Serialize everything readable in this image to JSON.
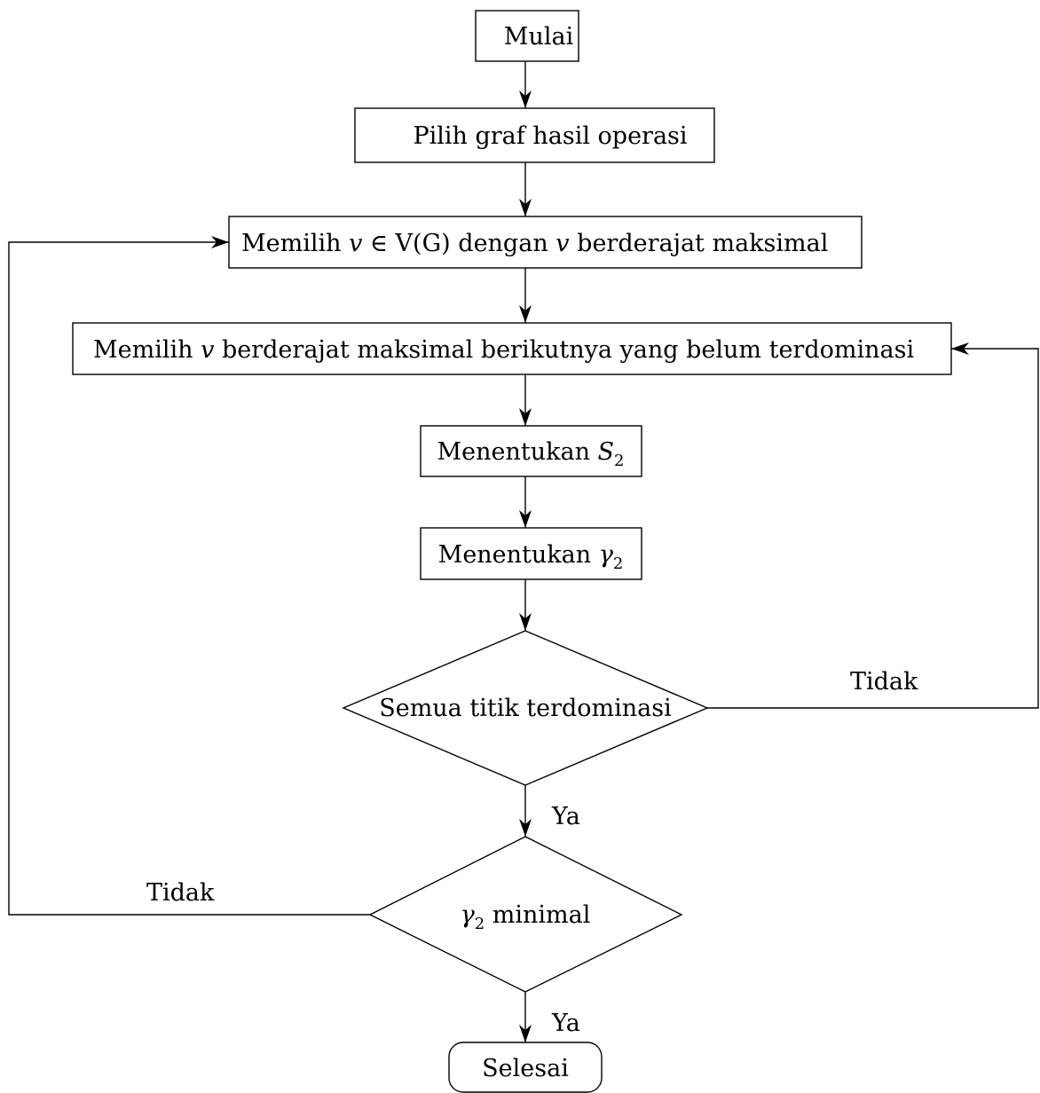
{
  "flowchart": {
    "start": "Mulai",
    "step_select_graph": "Pilih graf hasil operasi",
    "step_pick_max_vertex": {
      "before_v": "Memilih",
      "v": "v",
      "in_set": "∈ V(G)",
      "dengan": "dengan",
      "v2": "v",
      "after": "berderajat maksimal"
    },
    "step_pick_next": {
      "before_v": "Memilih",
      "v": "v",
      "after": "berderajat maksimal berikutnya yang belum terdominasi"
    },
    "step_s2": {
      "text": "Menentukan",
      "symbol": "S",
      "sub": "2"
    },
    "step_gamma2": {
      "text": "Menentukan",
      "symbol": "γ",
      "sub": "2"
    },
    "decision_dominated": "Semua titik terdominasi",
    "decision_minimal": {
      "symbol": "γ",
      "sub": "2",
      "text": "minimal"
    },
    "end": "Selesai",
    "label_yes_1": "Ya",
    "label_no_1": "Tidak",
    "label_yes_2": "Ya",
    "label_no_2": "Tidak"
  }
}
